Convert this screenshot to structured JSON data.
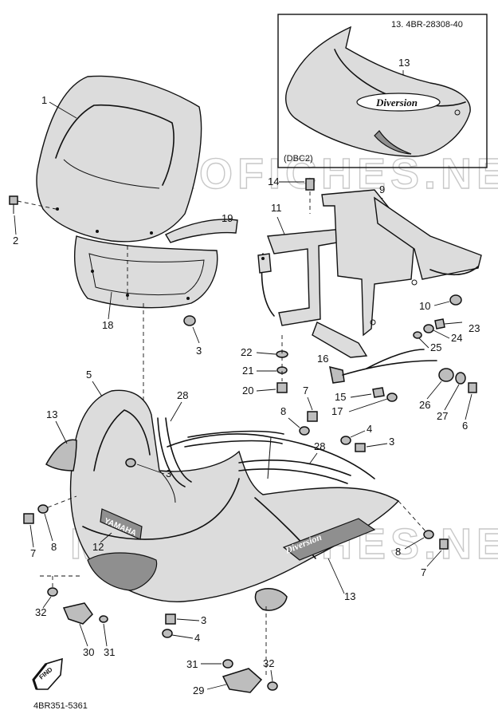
{
  "watermark": "MICROFICHES.NET",
  "inset": {
    "part_ref": "13. 4BR-28308-40",
    "variant": "(DBC2)",
    "callout": "13",
    "decal": "Diversion"
  },
  "fairing_decal": "Diversion",
  "yamaha_badge": "YAMAHA",
  "footer_code": "4BR351-5361",
  "find_label": "FIND",
  "callouts": [
    "1",
    "2",
    "19",
    "18",
    "3",
    "14",
    "9",
    "11",
    "10",
    "23",
    "24",
    "25",
    "22",
    "21",
    "20",
    "16",
    "15",
    "17",
    "26",
    "27",
    "6",
    "5",
    "28",
    "13",
    "7",
    "8",
    "4",
    "3",
    "28",
    "3",
    "8",
    "7",
    "13",
    "12",
    "7",
    "8",
    "32",
    "30",
    "31",
    "3",
    "4",
    "31",
    "32",
    "29"
  ]
}
